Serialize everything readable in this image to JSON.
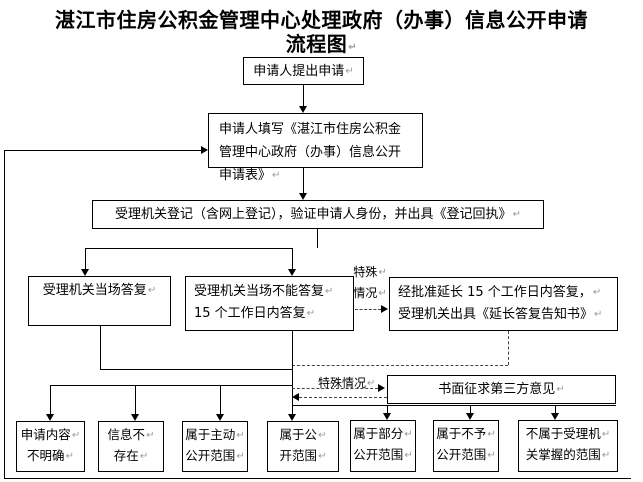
{
  "title": {
    "line1": "湛江市住房公积金管理中心处理政府（办事）信息公开申请",
    "line2": "流程图"
  },
  "marks": {
    "return": "↵"
  },
  "nodes": {
    "apply": "申请人提出申请",
    "fill_form": "申请人填写《湛江市住房公积金管理中心政府（办事）信息公开申请表》",
    "register": "受理机关登记（含网上登记），验证申请人身份，并出具《登记回执》",
    "onsite_reply": "受理机关当场答复",
    "not_onsite": {
      "line1": "受理机关当场不能答复",
      "line2": "15 个工作日内答复"
    },
    "extend": {
      "line1": "经批准延长 15 个工作日内答复，",
      "line2": "受理机关出具《延长答复告知书》"
    },
    "third_party": "书面征求第三方意见"
  },
  "labels": {
    "special_stacked": {
      "line1": "特殊",
      "line2": "情况"
    },
    "special_inline": "特殊情况"
  },
  "outcomes": [
    {
      "line1": "申请内容",
      "line2": "不明确"
    },
    {
      "line1": "信息不",
      "line2": "存在"
    },
    {
      "line1": "属于主动",
      "line2": "公开范围"
    },
    {
      "line1": "属于公",
      "line2": "开范围"
    },
    {
      "line1": "属于部分",
      "line2": "公开范围"
    },
    {
      "line1": "属于不予",
      "line2": "公开范围"
    },
    {
      "line1": "不属于受理机",
      "line2": "关掌握的范围"
    }
  ],
  "colors": {
    "line": "#000000",
    "dashed_line": "#444444",
    "text": "#000000",
    "background": "#ffffff",
    "paragraph_mark": "#9a9a9a"
  }
}
